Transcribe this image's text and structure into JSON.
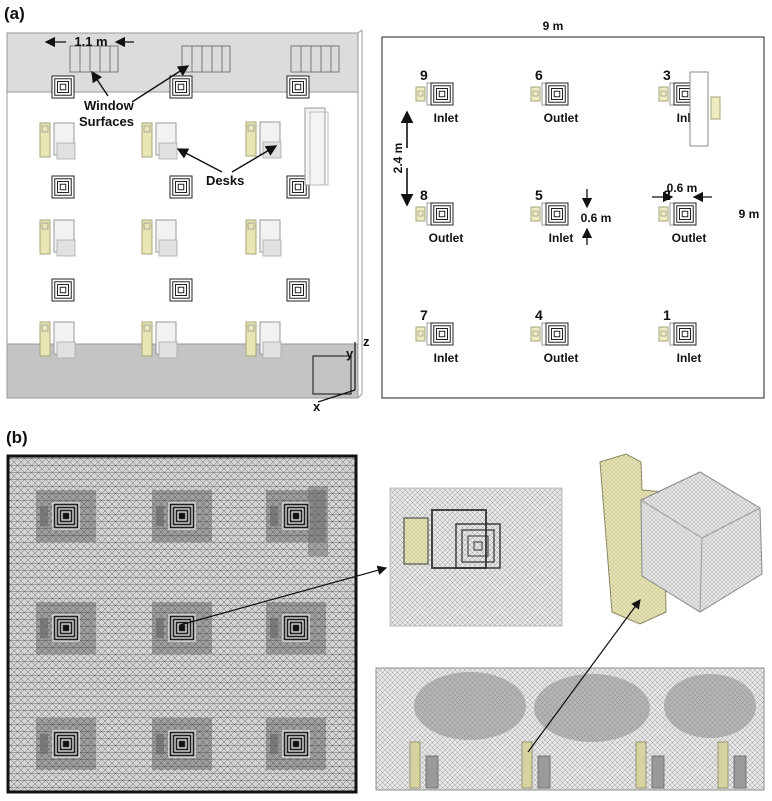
{
  "panels": {
    "a": {
      "label": "(a)"
    },
    "b": {
      "label": "(b)"
    }
  },
  "model_view": {
    "window_width": "1.1 m",
    "window_label_line1": "Window",
    "window_label_line2": "Surfaces",
    "desks_label": "Desks",
    "axis_x": "x",
    "axis_y": "y",
    "axis_z": "z"
  },
  "plan_view": {
    "width_top": "9 m",
    "width_side": "9 m",
    "spacing": "2.4 m",
    "diffuser_size": "0.6 m",
    "diffuser_size_vertical": "0.6 m",
    "units": [
      {
        "id": "9",
        "role": "Inlet"
      },
      {
        "id": "6",
        "role": "Outlet"
      },
      {
        "id": "3",
        "role": "Inlet"
      },
      {
        "id": "8",
        "role": "Outlet"
      },
      {
        "id": "5",
        "role": "Inlet"
      },
      {
        "id": "2",
        "role": "Outlet"
      },
      {
        "id": "7",
        "role": "Inlet"
      },
      {
        "id": "4",
        "role": "Outlet"
      },
      {
        "id": "1",
        "role": "Inlet"
      }
    ]
  },
  "colors": {
    "mesh_dark": "#2a2a2a",
    "mesh_light": "#b8b8b8",
    "occupant_yellow": "#e8e6b4",
    "ceiling_gray": "#d9d9d9",
    "floor_gray": "#bdbdbd"
  }
}
